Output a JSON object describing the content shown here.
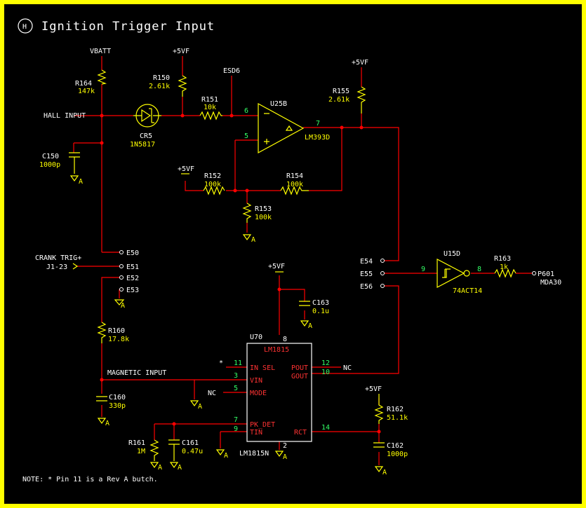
{
  "title": {
    "badge": "H",
    "text": "Ignition Trigger Input"
  },
  "note": "NOTE: * Pin 11 is a Rev A butch.",
  "nets": {
    "vbatt": "VBATT",
    "svf": "+5VF",
    "esd6": "ESD6",
    "hall_input": "HALL INPUT",
    "crank_trig": "CRANK TRIG+",
    "j1": "J1-23",
    "magnetic_input": "MAGNETIC INPUT",
    "nc": "NC",
    "p601": "P601",
    "mda30": "MDA30"
  },
  "components": {
    "r164": {
      "ref": "R164",
      "value": "147k"
    },
    "r150": {
      "ref": "R150",
      "value": "2.61k"
    },
    "r151": {
      "ref": "R151",
      "value": "10k"
    },
    "r155": {
      "ref": "R155",
      "value": "2.61k"
    },
    "r152": {
      "ref": "R152",
      "value": "100k"
    },
    "r154": {
      "ref": "R154",
      "value": "100k"
    },
    "r153": {
      "ref": "R153",
      "value": "100k"
    },
    "r160": {
      "ref": "R160",
      "value": "17.8k"
    },
    "r161": {
      "ref": "R161",
      "value": "1M"
    },
    "r162": {
      "ref": "R162",
      "value": "51.1k"
    },
    "r163": {
      "ref": "R163",
      "value": "1k"
    },
    "cr5": {
      "ref": "CR5",
      "value": "1N5817"
    },
    "c150": {
      "ref": "C150",
      "value": "1000p"
    },
    "c160": {
      "ref": "C160",
      "value": "330p"
    },
    "c161": {
      "ref": "C161",
      "value": "0.47u"
    },
    "c162": {
      "ref": "C162",
      "value": "1000p"
    },
    "c163": {
      "ref": "C163",
      "value": "0.1u"
    },
    "u25b": {
      "ref": "U25B",
      "part": "LM393D"
    },
    "u15d": {
      "ref": "U15D",
      "part": "74ACT14"
    },
    "u70": {
      "ref": "U70",
      "part": "LM1815",
      "part_bottom": "LM1815N"
    }
  },
  "jumpers": [
    "E50",
    "E51",
    "E52",
    "E53",
    "E54",
    "E55",
    "E56"
  ],
  "pins": {
    "u25_inv": "6",
    "u25_noninv": "5",
    "u25_out": "7",
    "u15_in": "9",
    "u15_out": "8",
    "u70_in_sel": "11",
    "u70_vin": "3",
    "u70_mode": "5",
    "u70_pk_det": "7",
    "u70_tin": "9",
    "u70_pout": "12",
    "u70_gout": "10",
    "u70_rct": "14",
    "u70_vcc": "8",
    "u70_gnd": "2"
  },
  "u70_pin_labels": {
    "in_sel": "IN SEL",
    "vin": "VIN",
    "mode": "MODE",
    "pk_det": "PK_DET",
    "tin": "TIN",
    "pout": "POUT",
    "gout": "GOUT",
    "rct": "RCT"
  },
  "symbols": {
    "gnd": "A",
    "asterisk": "*",
    "minus": "−",
    "plus": "+"
  },
  "colors": {
    "frame": "#ffff00",
    "wire": "#ff0000",
    "component": "#ffff00",
    "pin_number": "#33ff66",
    "ic_label": "#ff3333",
    "text": "#ffffff"
  }
}
